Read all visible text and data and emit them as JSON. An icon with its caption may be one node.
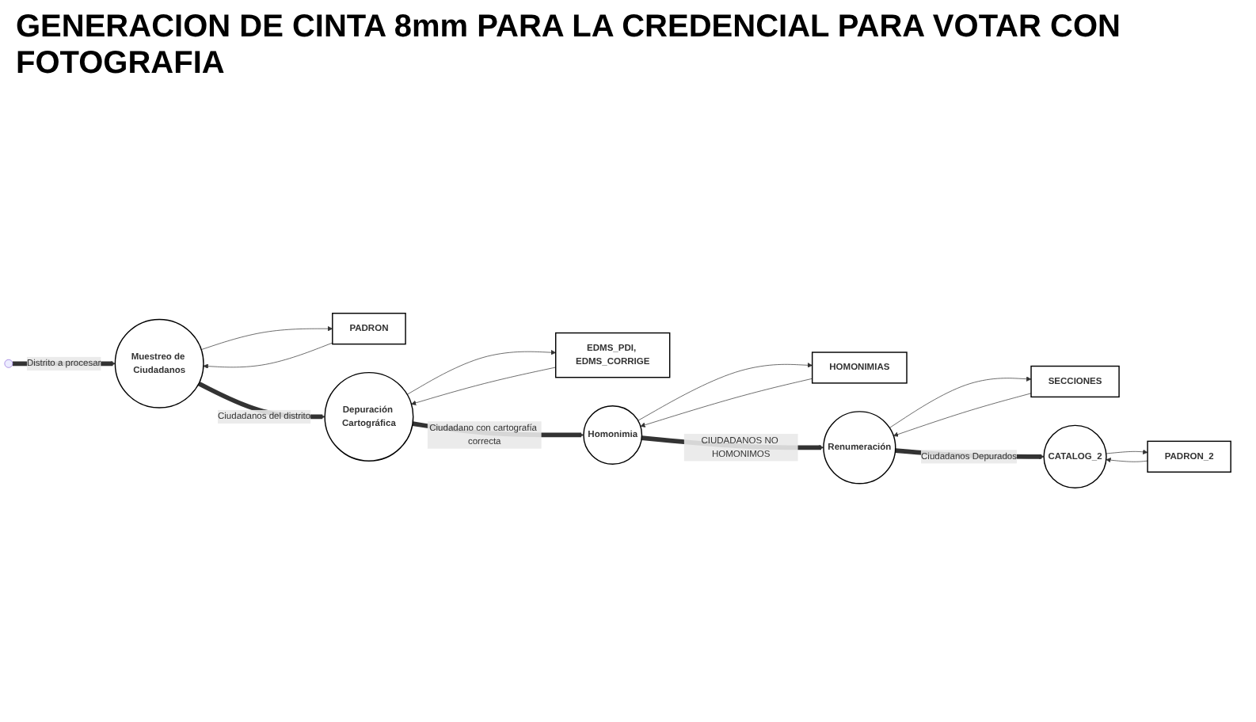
{
  "diagram": {
    "title": "GENERACION DE CINTA 8mm PARA LA CREDENCIAL PARA VOTAR CON FOTOGRAFIA",
    "nodes": [
      {
        "text": [
          "Muestreo de Ciudadanos"
        ]
      },
      {
        "text": [
          "PADRON"
        ]
      },
      {
        "text": [
          "Depuración Cartográfica"
        ]
      },
      {
        "text": [
          "EDMS_PDI, EDMS_CORRIGE"
        ]
      },
      {
        "text": [
          "Homonimia"
        ]
      },
      {
        "text": [
          "HOMONIMIAS"
        ]
      },
      {
        "text": [
          "Renumeración"
        ]
      },
      {
        "text": [
          "SECCIONES"
        ]
      },
      {
        "text": [
          "CATALOG_2"
        ]
      },
      {
        "text": [
          "PADRON_2"
        ]
      }
    ],
    "edges": [
      {
        "from": null,
        "to": 0,
        "arrow": "to",
        "label": "Distrito a procesar",
        "style": "thick"
      },
      {
        "from": 0,
        "to": 1,
        "arrow": "to"
      },
      {
        "from": 1,
        "to": 0,
        "arrow": "to"
      },
      {
        "from": 0,
        "to": 2,
        "arrow": "to",
        "label": "Ciudadanos del distrito",
        "style": "thick"
      },
      {
        "from": 2,
        "to": 3,
        "arrow": "to"
      },
      {
        "from": 3,
        "to": 2,
        "arrow": "to"
      },
      {
        "from": 2,
        "to": 4,
        "arrow": "to",
        "label": "Ciudadano con cartografía correcta",
        "style": "thick"
      },
      {
        "from": 4,
        "to": 5,
        "arrow": "to"
      },
      {
        "from": 5,
        "to": 4,
        "arrow": "to"
      },
      {
        "from": 4,
        "to": 6,
        "arrow": "to",
        "label": "CIUDADANOS NO HOMONIMOS",
        "style": "thick"
      },
      {
        "from": 6,
        "to": 7,
        "arrow": "to"
      },
      {
        "from": 7,
        "to": 6,
        "arrow": "to"
      },
      {
        "from": 6,
        "to": 8,
        "arrow": "to",
        "label": "Ciudadanos Depurados",
        "style": "thick"
      },
      {
        "from": 8,
        "to": 9,
        "arrow": "to"
      },
      {
        "from": 9,
        "to": 8,
        "arrow": "to"
      }
    ]
  }
}
